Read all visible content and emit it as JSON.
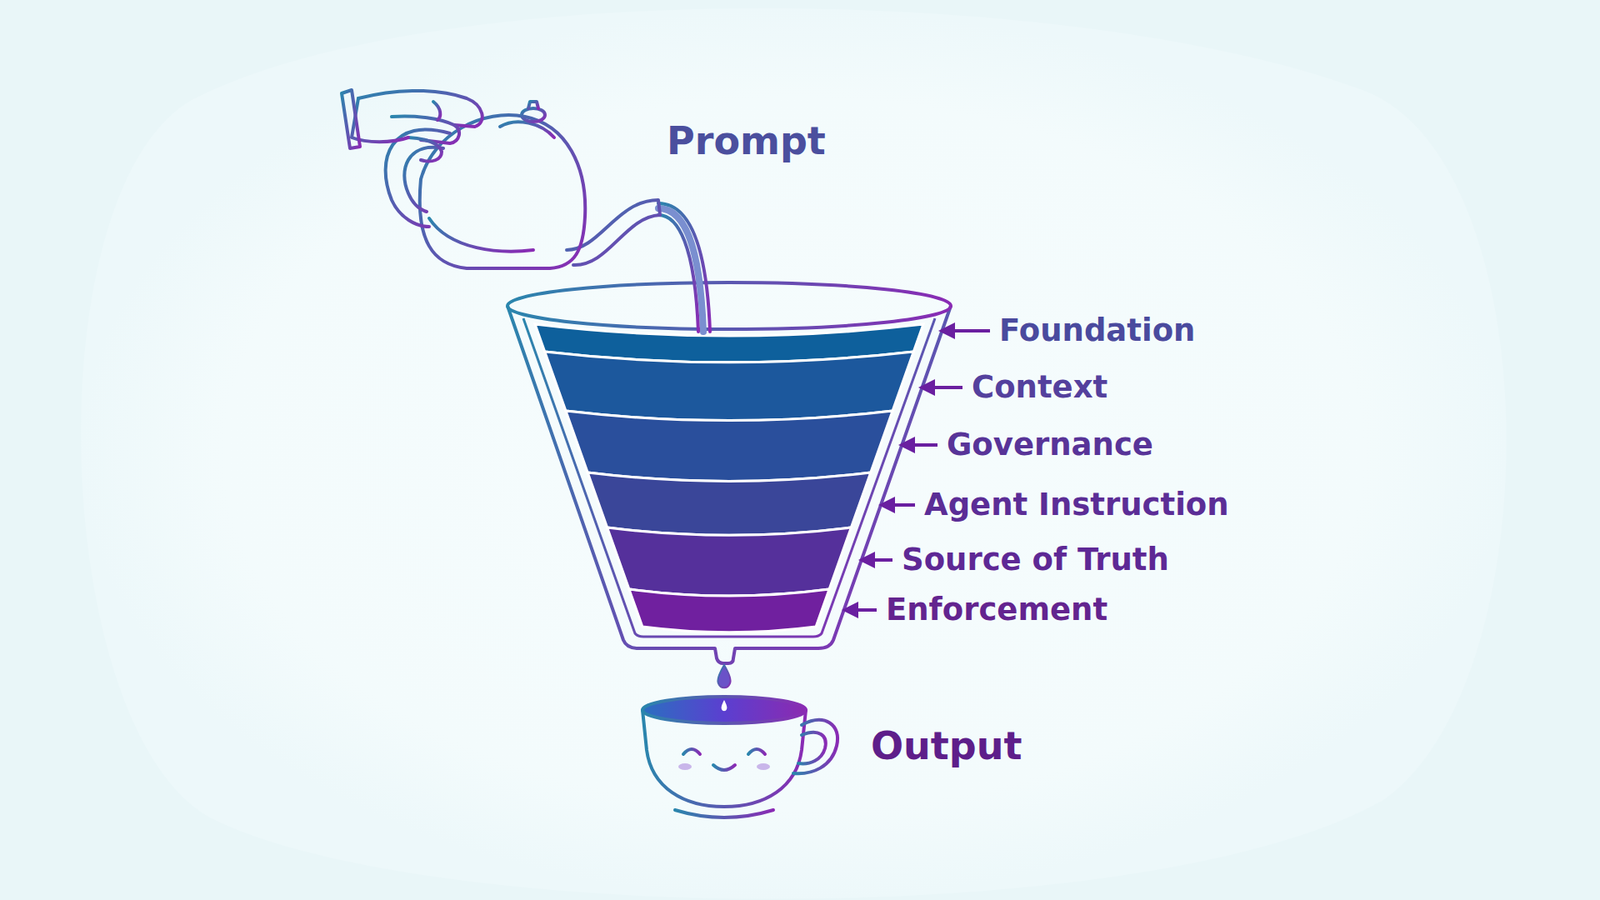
{
  "diagram": {
    "labels": [
      "Prompt",
      "Foundation",
      "Context",
      "Governance",
      "Agent Instruction",
      "Source of Truth",
      "Enforcement",
      "Output"
    ]
  }
}
